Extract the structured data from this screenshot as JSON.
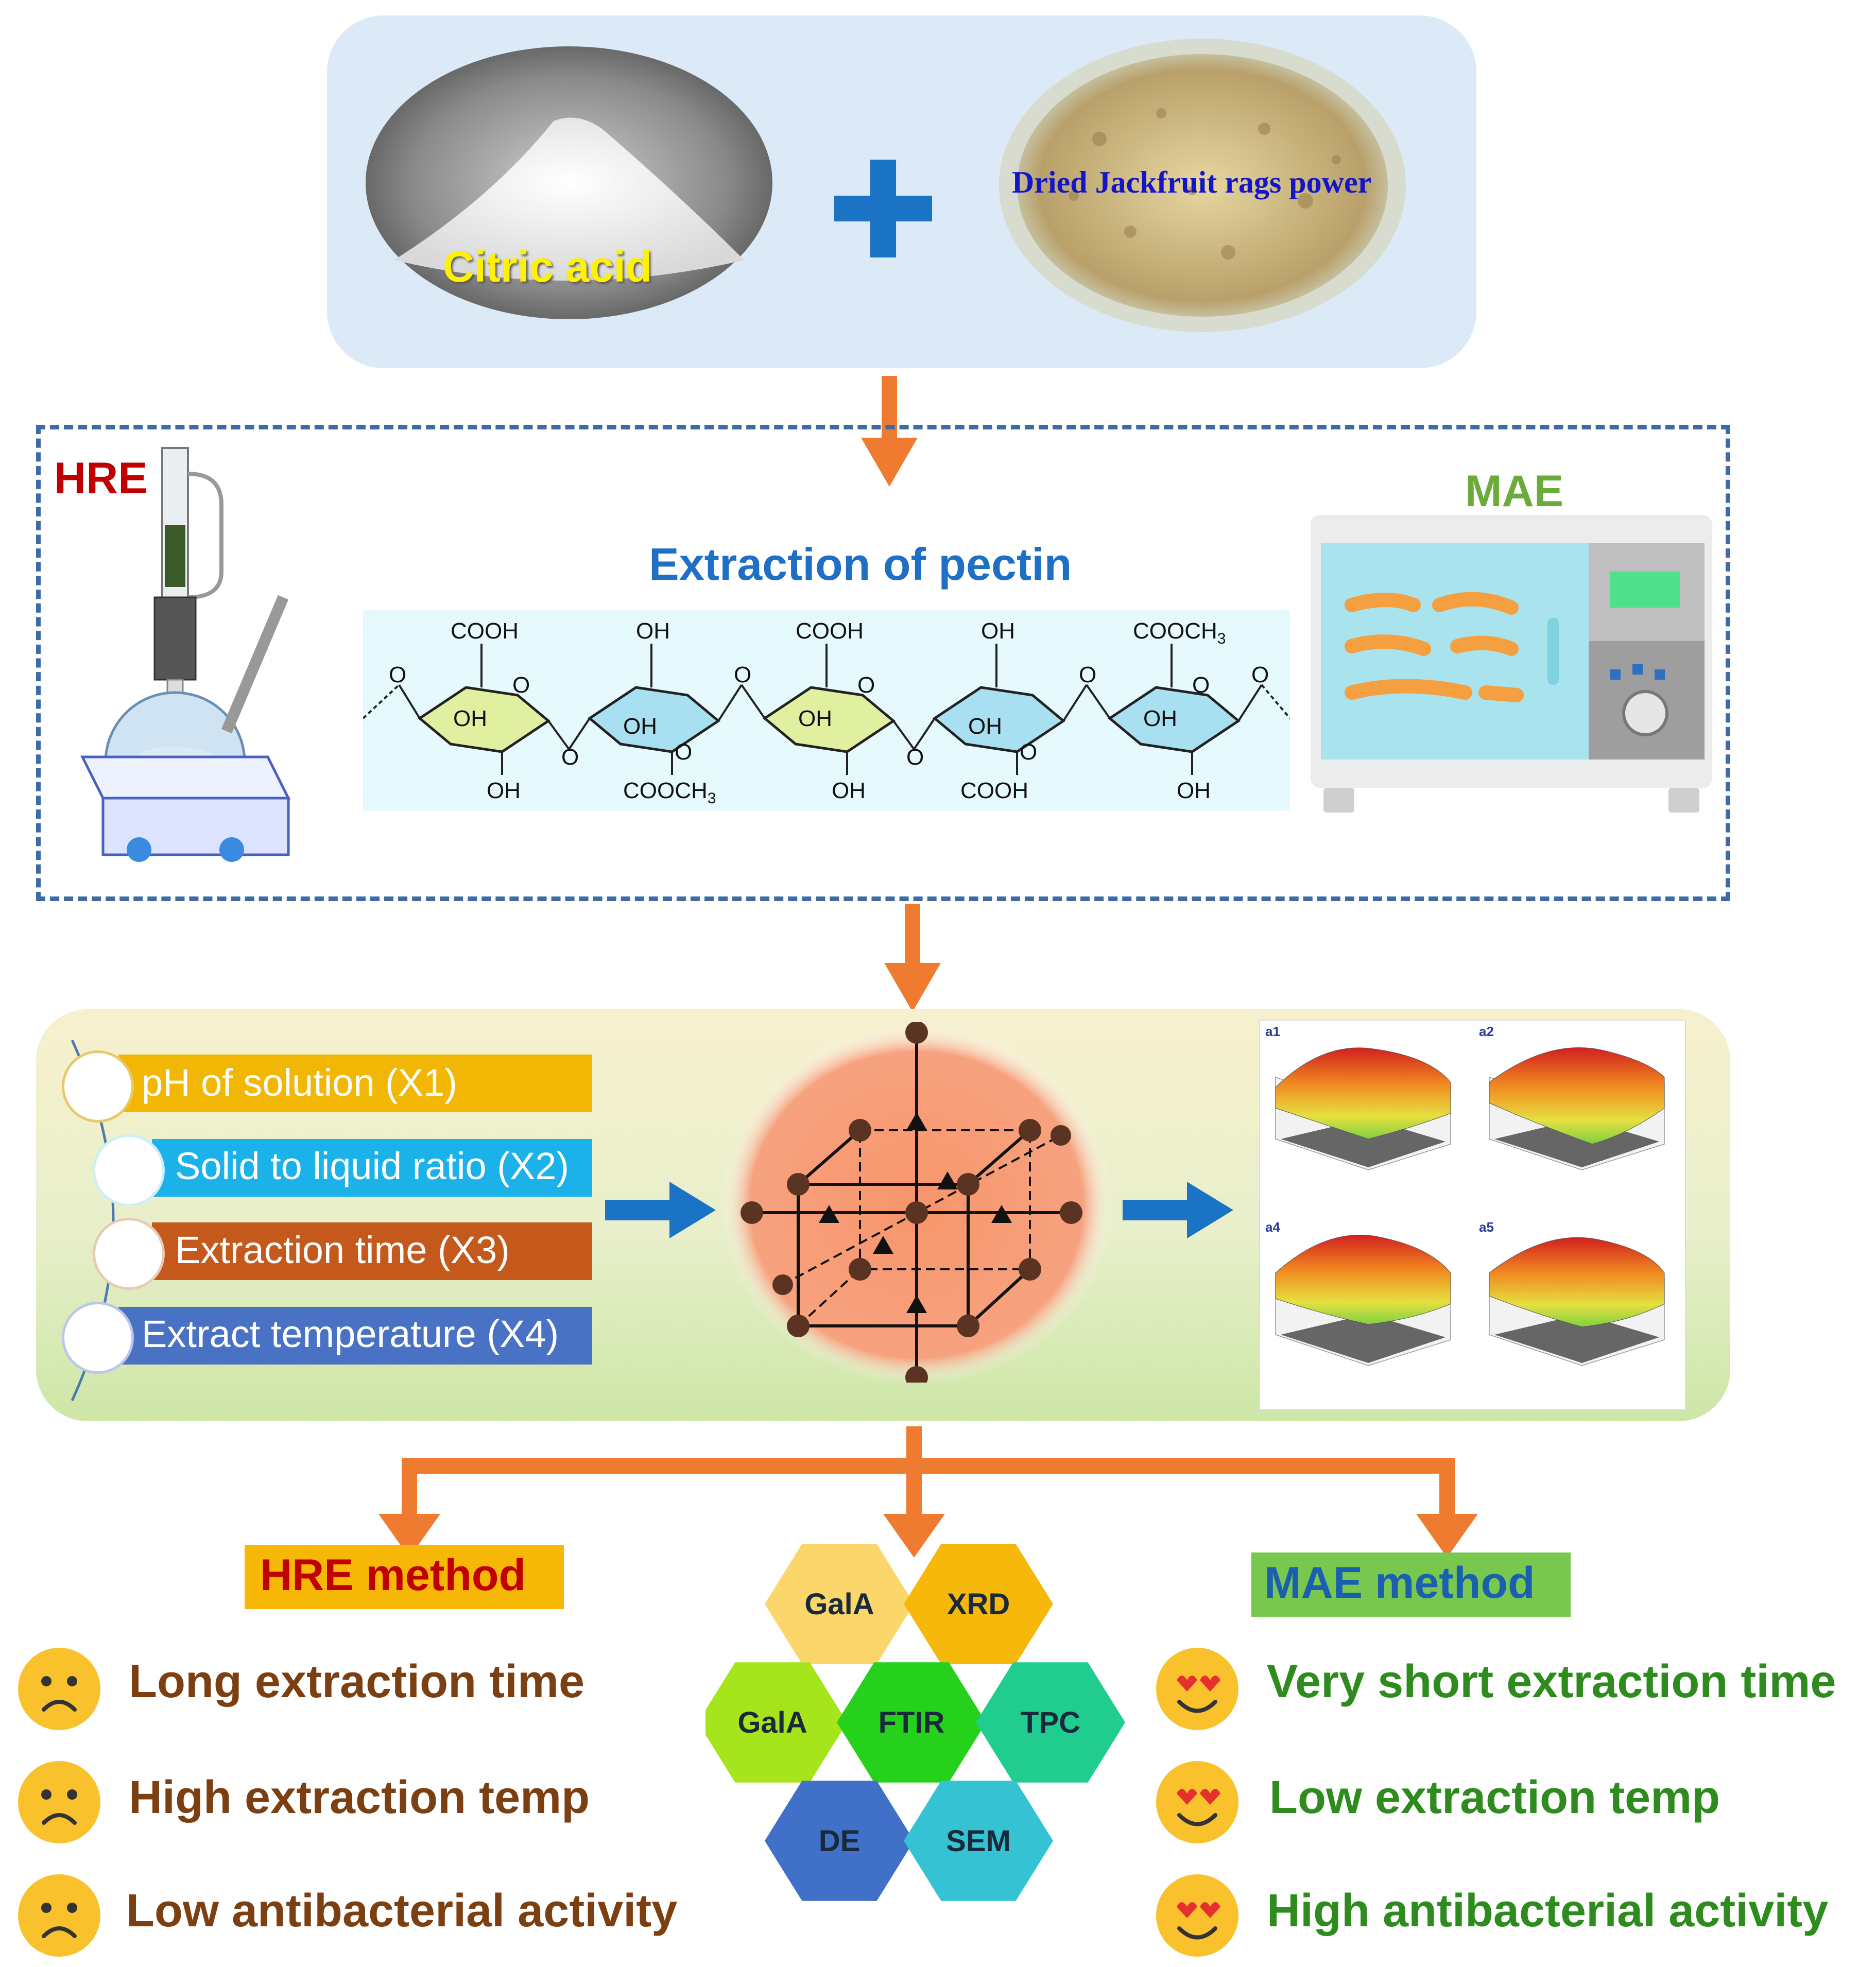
{
  "top": {
    "citric_label": "Citric acid",
    "jackfruit_label": "Dried Jackfruit rags power"
  },
  "extraction": {
    "hre_label": "HRE",
    "mae_label": "MAE",
    "title": "Extraction of pectin",
    "structure_labels": {
      "cooh": "COOH",
      "oh": "OH",
      "o": "O",
      "cooch3": "COOCH",
      "subscript": "3"
    }
  },
  "optimization": {
    "factors": [
      {
        "label": "pH of solution (X1)",
        "color": "#f2b705"
      },
      {
        "label": "Solid to liquid ratio (X2)",
        "color": "#1ab2e8"
      },
      {
        "label": "Extraction time (X3)",
        "color": "#c5581b"
      },
      {
        "label": "Extract temperature (X4)",
        "color": "#4a72c4"
      }
    ],
    "surface_plot_labels": [
      "a1",
      "a2",
      "a4",
      "a5"
    ]
  },
  "results": {
    "hre_method_label": "HRE method",
    "mae_method_label": "MAE method",
    "hre_points": [
      "Long extraction time",
      "High extraction temp",
      "Low antibacterial activity"
    ],
    "mae_points": [
      "Very short extraction time",
      "Low extraction temp",
      "High antibacterial activity"
    ],
    "analyses": [
      {
        "label": "GalA",
        "color": "#fbd66a"
      },
      {
        "label": "XRD",
        "color": "#f6b80a"
      },
      {
        "label": "GalA",
        "color": "#a6e51c"
      },
      {
        "label": "FTIR",
        "color": "#25d11a"
      },
      {
        "label": "TPC",
        "color": "#21cd8e"
      },
      {
        "label": "DE",
        "color": "#4170c8"
      },
      {
        "label": "SEM",
        "color": "#35c2d2"
      }
    ]
  },
  "colors": {
    "arrow_orange": "#ee7b2f",
    "arrow_blue": "#1a73c4",
    "hre_red": "#c00000",
    "mae_green": "#6aab3b",
    "pectin_title_blue": "#1f6fc5",
    "hre_text_brown": "#7b3f12",
    "mae_text_green": "#2e8b1e"
  }
}
